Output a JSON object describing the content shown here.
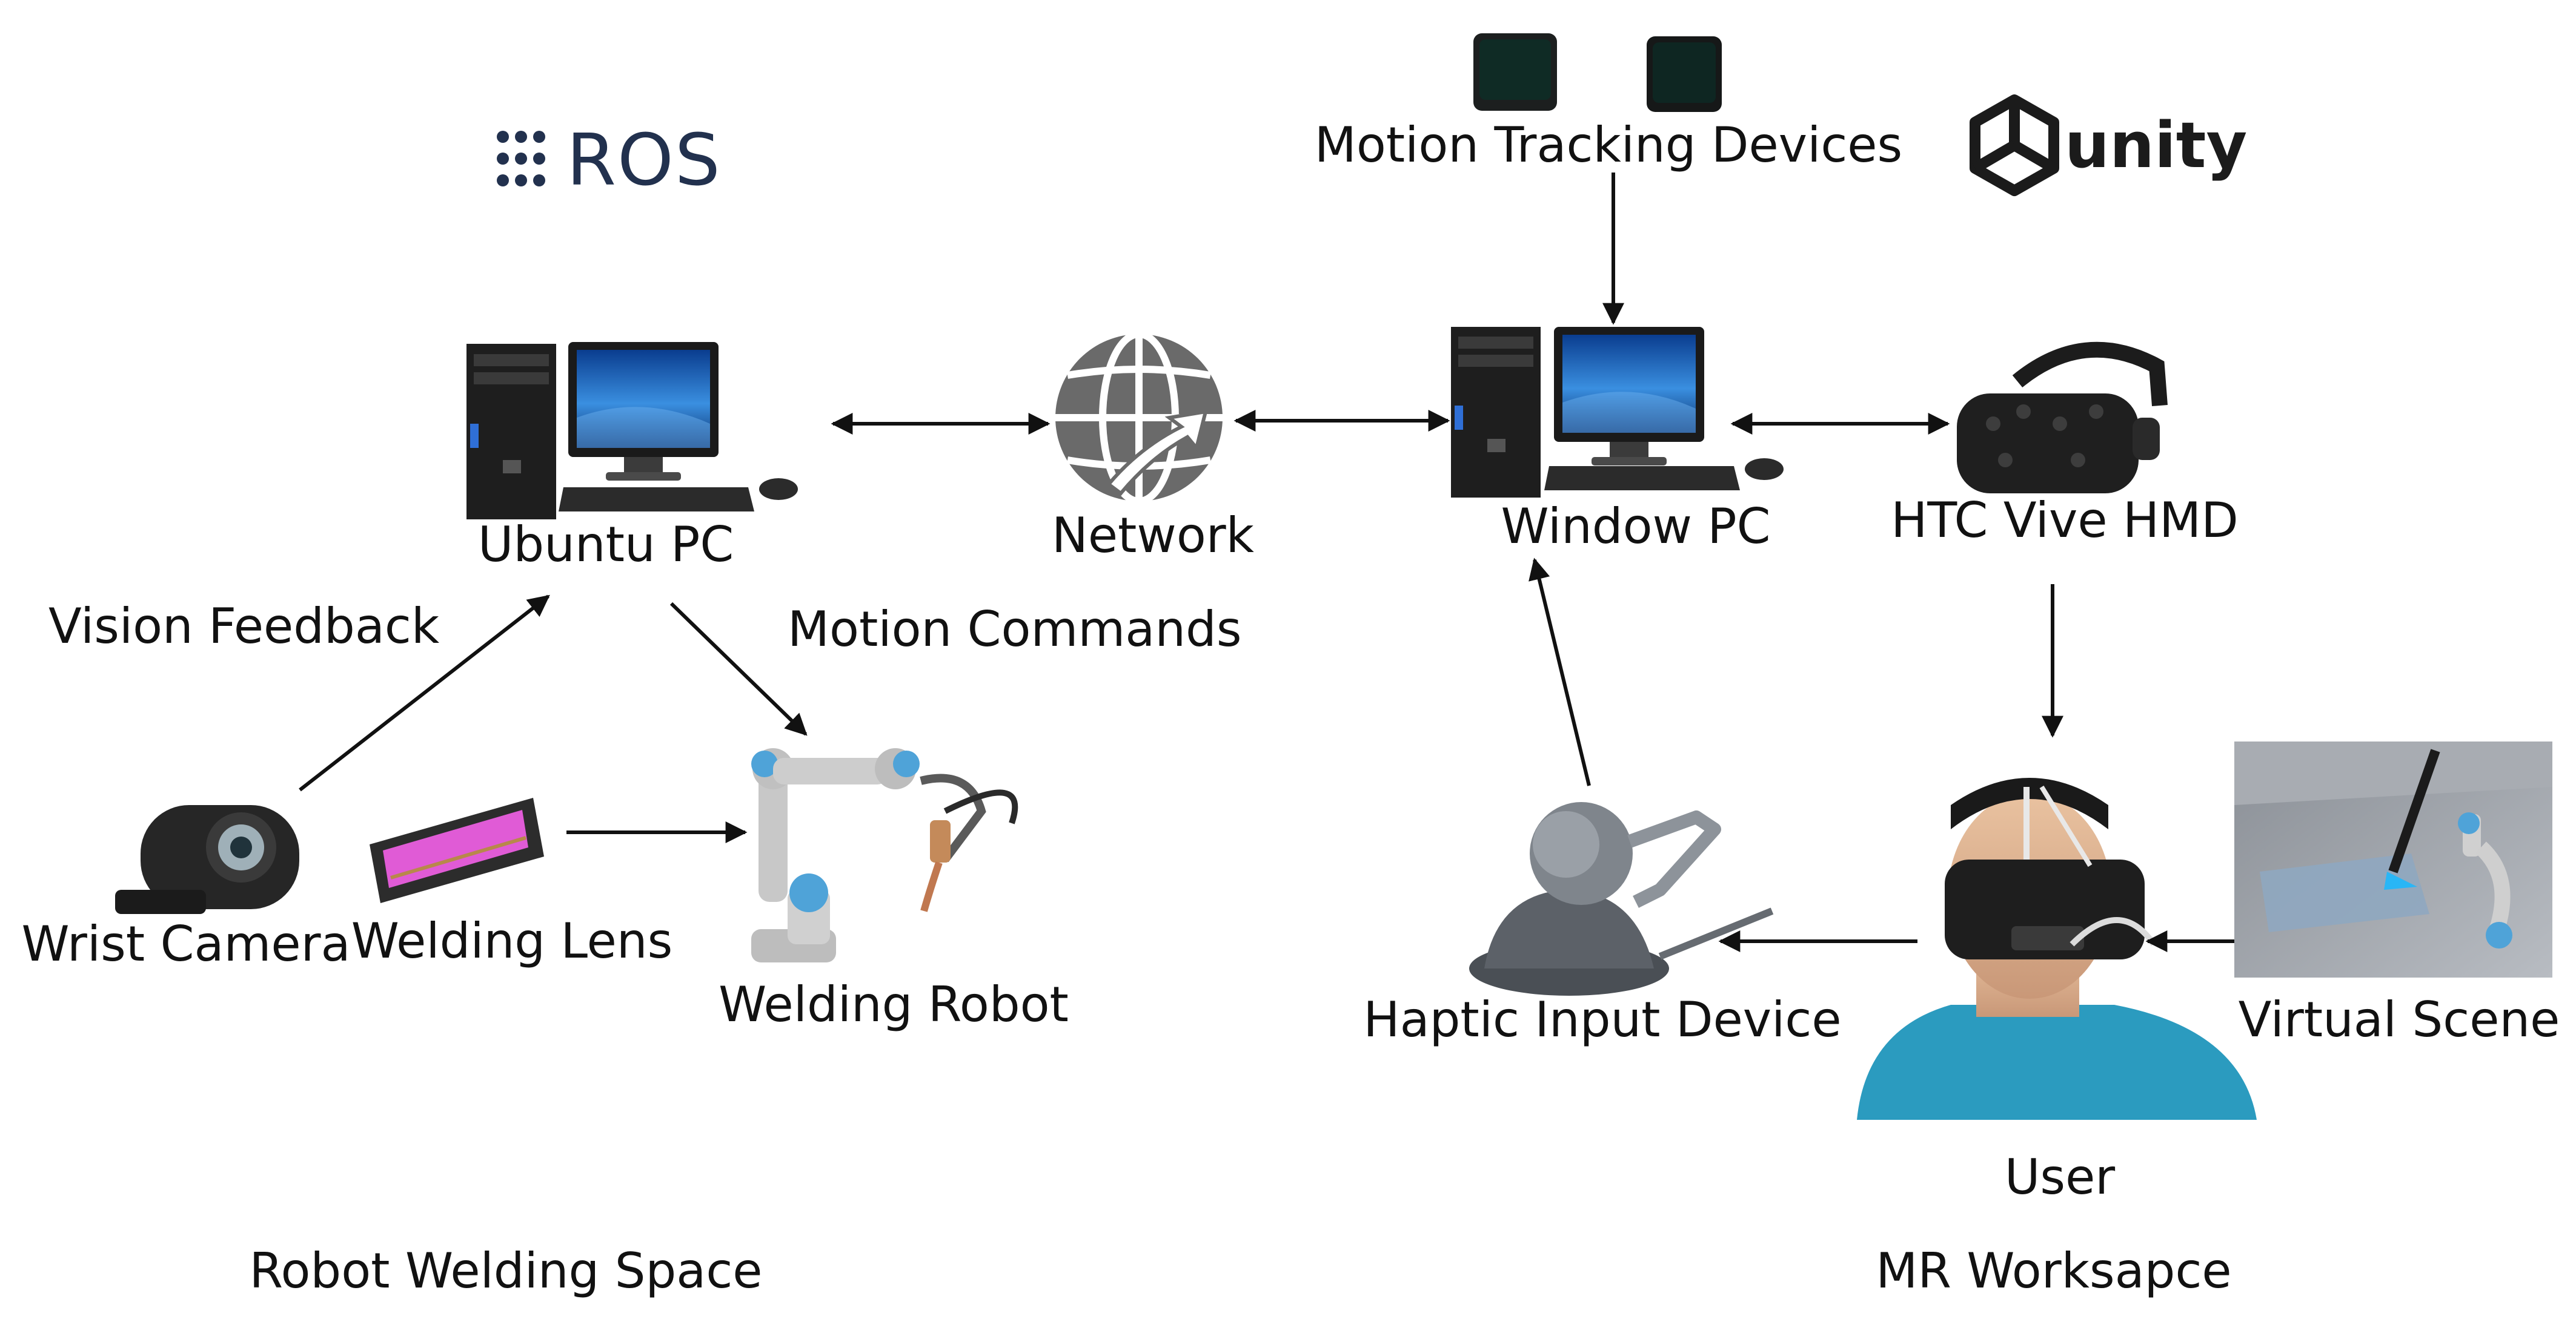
{
  "logos": {
    "ros": "ROS",
    "unity": "unity"
  },
  "nodes": {
    "ubuntu_pc": "Ubuntu PC",
    "network": "Network",
    "window_pc": "Window PC",
    "htc_vive": "HTC Vive HMD",
    "motion_tracking": "Motion Tracking Devices",
    "wrist_camera": "Wrist Camera",
    "welding_lens": "Welding Lens",
    "welding_robot": "Welding Robot",
    "haptic": "Haptic Input Device",
    "virtual_scene": "Virtual Scene",
    "user": "User"
  },
  "edge_labels": {
    "vision_feedback": "Vision Feedback",
    "motion_commands": "Motion Commands"
  },
  "regions": {
    "robot_space": "Robot Welding Space",
    "mr_space": "MR Worksapce"
  },
  "colors": {
    "arrow": "#111111",
    "ros_logo": "#22314e",
    "lens_glass": "#e05bd6"
  }
}
